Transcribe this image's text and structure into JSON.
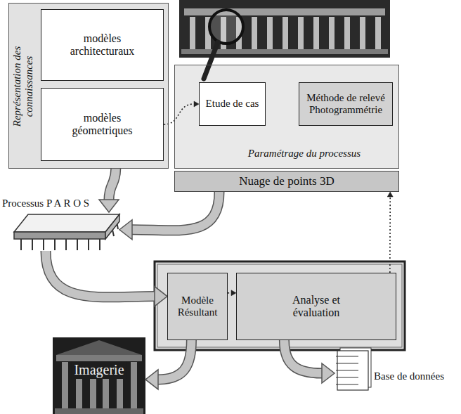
{
  "diagram": {
    "nodes": [
      {
        "text": [
          "Représentation des connaissances"
        ]
      },
      {
        "text": [
          "modèles architecturaux"
        ],
        "in": 0
      },
      {
        "text": [
          "modèles géometriques"
        ],
        "in": 0
      },
      {
        "text": [
          "Paramétrage du processus"
        ]
      },
      {
        "text": [
          "Etude de cas"
        ],
        "in": 3
      },
      {
        "text": [
          "Méthode de relevé Photogrammétrie"
        ],
        "in": 3
      },
      {
        "text": [
          "Nuage de points 3D"
        ]
      },
      {
        "text": [
          "Processus P A R O S"
        ]
      },
      {
        "text": [
          "Modèle Résultant"
        ]
      },
      {
        "text": [
          "Analyse et évaluation"
        ]
      },
      {
        "text": [
          "Imagerie"
        ]
      },
      {
        "text": [
          "Base de données"
        ]
      }
    ],
    "edges": [
      {
        "from": 2,
        "to": 4,
        "arrow": "to"
      },
      {
        "from": 0,
        "to": 7,
        "arrow": "to"
      },
      {
        "from": 6,
        "to": 7,
        "arrow": "to"
      },
      {
        "from": 7,
        "to": 8,
        "arrow": "to"
      },
      {
        "from": 8,
        "to": 9,
        "arrow": "to"
      },
      {
        "from": 9,
        "to": 6,
        "arrow": "to"
      },
      {
        "from": 8,
        "to": 10,
        "arrow": "to"
      },
      {
        "from": 9,
        "to": 11,
        "arrow": "to"
      }
    ]
  }
}
